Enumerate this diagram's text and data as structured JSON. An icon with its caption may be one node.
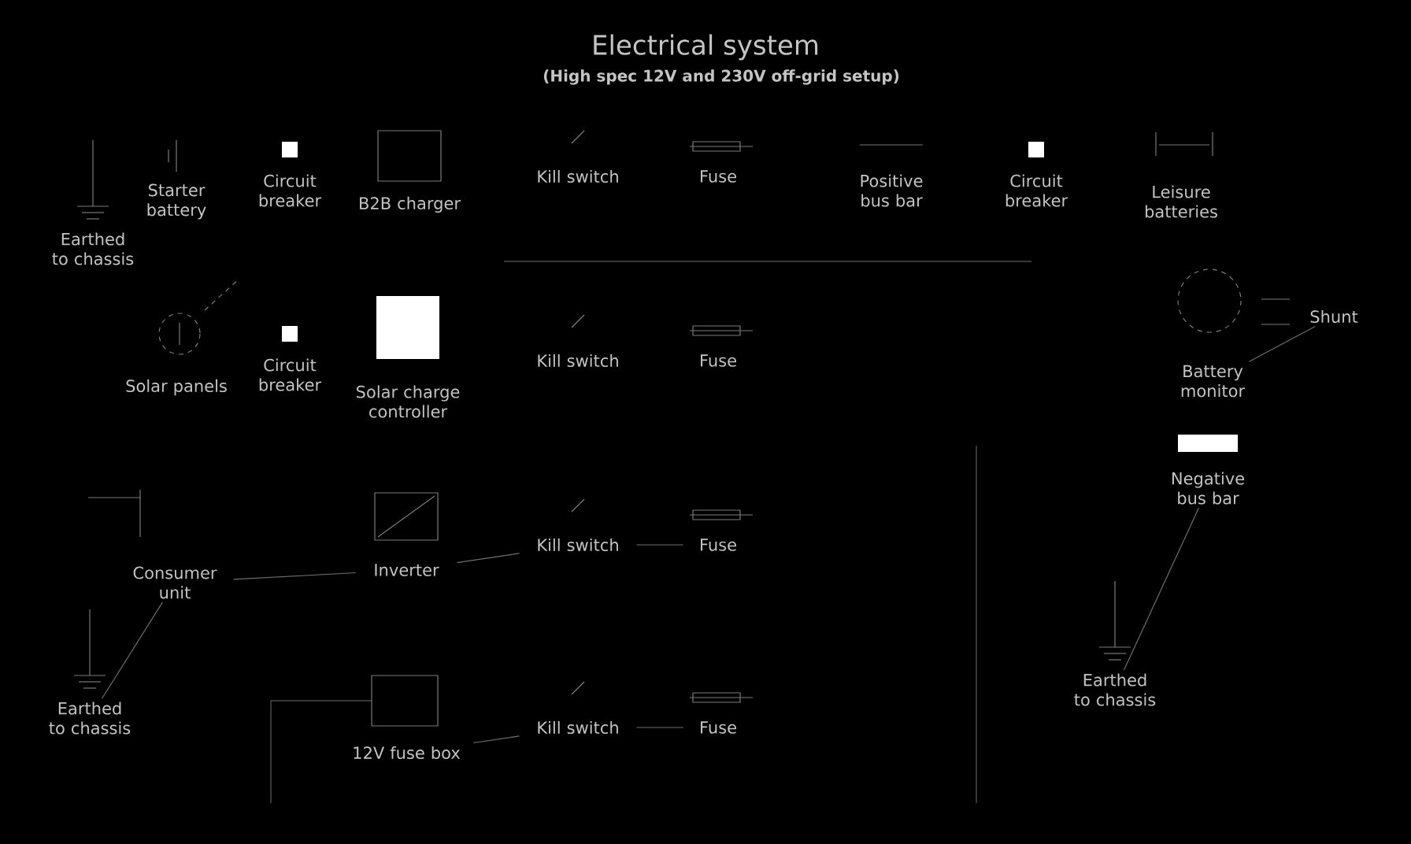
{
  "diagram": {
    "title": "Electrical system",
    "caption": "(High spec 12V and 230V off-grid setup)",
    "nodes": [
      {
        "text": [
          "Earthed to chassis"
        ]
      },
      {
        "text": [
          "Starter battery"
        ]
      },
      {
        "text": [
          "Circuit breaker"
        ]
      },
      {
        "text": [
          "B2B charger"
        ]
      },
      {
        "text": [
          "Kill switch"
        ]
      },
      {
        "text": [
          "Fuse"
        ]
      },
      {
        "text": [
          "Positive bus bar"
        ]
      },
      {
        "text": [
          "Circuit breaker"
        ]
      },
      {
        "text": [
          "Leisure batteries"
        ]
      },
      {
        "text": [
          "Solar panels"
        ]
      },
      {
        "text": [
          "Circuit breaker"
        ]
      },
      {
        "text": [
          "Solar charge controller"
        ]
      },
      {
        "text": [
          "Kill switch"
        ]
      },
      {
        "text": [
          "Fuse"
        ]
      },
      {
        "text": [
          "Battery monitor"
        ]
      },
      {
        "text": [
          "Shunt"
        ]
      },
      {
        "text": [
          "Negative bus bar"
        ]
      },
      {
        "text": [
          "Consumer unit"
        ]
      },
      {
        "text": [
          "Inverter"
        ]
      },
      {
        "text": [
          "Kill switch"
        ]
      },
      {
        "text": [
          "Fuse"
        ]
      },
      {
        "text": [
          "Earthed to chassis"
        ]
      },
      {
        "text": [
          "12V fuse box"
        ]
      },
      {
        "text": [
          "Kill switch"
        ]
      },
      {
        "text": [
          "Fuse"
        ]
      },
      {
        "text": [
          "Earthed to chassis"
        ]
      }
    ],
    "edges": [
      {
        "from": 17,
        "to": 18,
        "arrow": "none"
      },
      {
        "from": 18,
        "to": 19,
        "arrow": "none"
      },
      {
        "from": 19,
        "to": 20,
        "arrow": "none"
      },
      {
        "from": 22,
        "to": 23,
        "arrow": "none"
      },
      {
        "from": 23,
        "to": 24,
        "arrow": "none"
      },
      {
        "from": 14,
        "to": 15,
        "arrow": "none"
      },
      {
        "from": 16,
        "to": 25,
        "arrow": "none"
      },
      {
        "from": 21,
        "to": 17,
        "arrow": "none"
      }
    ]
  }
}
